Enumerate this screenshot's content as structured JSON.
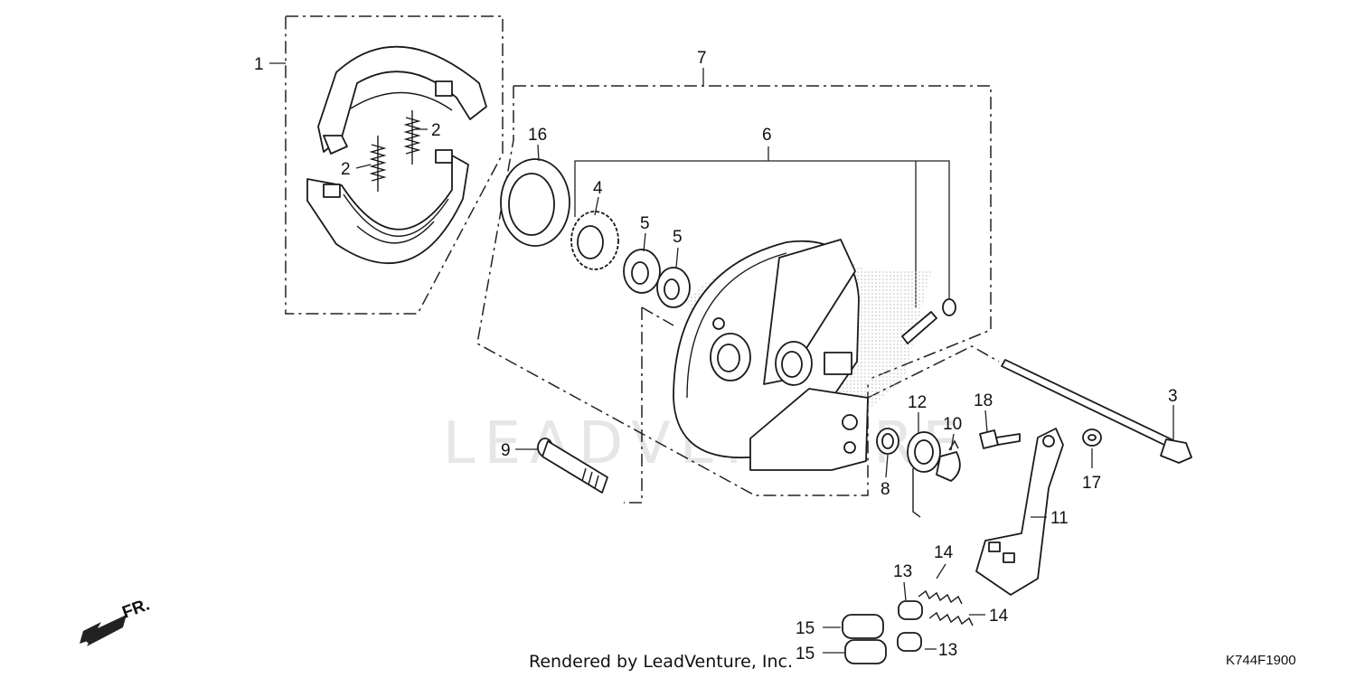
{
  "callouts": {
    "p1": "1",
    "p2a": "2",
    "p2b": "2",
    "p3": "3",
    "p4": "4",
    "p5a": "5",
    "p5b": "5",
    "p6": "6",
    "p7": "7",
    "p8": "8",
    "p9": "9",
    "p10": "10",
    "p11": "11",
    "p12": "12",
    "p13a": "13",
    "p13b": "13",
    "p14a": "14",
    "p14b": "14",
    "p15a": "15",
    "p15b": "15",
    "p16": "16",
    "p17": "17",
    "p18": "18"
  },
  "direction_label": "FR.",
  "footer": {
    "rendered_by": "Rendered by LeadVenture, Inc.",
    "diagram_code": "K744F1900"
  },
  "watermark": "LEADVENTURE",
  "colors": {
    "line": "#1a1a1a",
    "background": "#ffffff",
    "stipple": "#bdbdbd"
  }
}
